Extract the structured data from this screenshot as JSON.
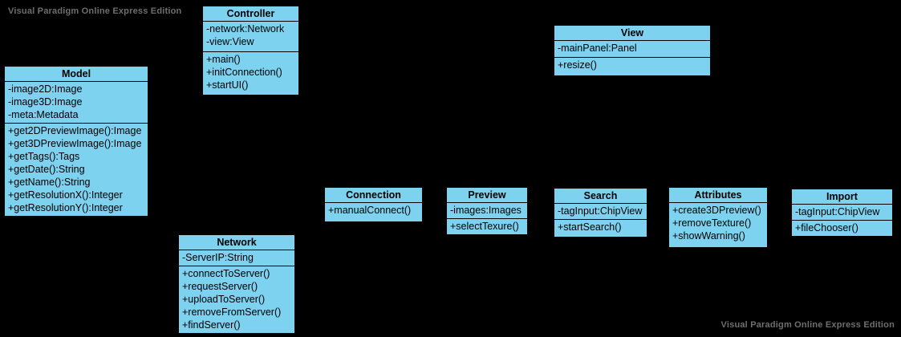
{
  "app": {
    "edition_watermark": "Visual Paradigm Online Express Edition"
  },
  "colors": {
    "background": "#000000",
    "class-fill": "#7dd2f0",
    "class-border": "#000000",
    "class-text": "#000000",
    "watermark": "#6e6e6e"
  },
  "diagram": {
    "type": "uml-class-diagram"
  },
  "classes": [
    {
      "name": "Model",
      "attributes": [
        "-image2D:Image",
        "-image3D:Image",
        "-meta:Metadata"
      ],
      "methods": [
        "+get2DPreviewImage():Image",
        "+get3DPreviewImage():Image",
        "+getTags():Tags",
        "+getDate():String",
        "+getName():String",
        "+getResolutionX():Integer",
        "+getResolutionY():Integer"
      ]
    },
    {
      "name": "Controller",
      "attributes": [
        "-network:Network",
        "-view:View"
      ],
      "methods": [
        "+main()",
        "+initConnection()",
        "+startUI()"
      ]
    },
    {
      "name": "View",
      "attributes": [
        "-mainPanel:Panel"
      ],
      "methods": [
        "+resize()"
      ]
    },
    {
      "name": "Connection",
      "attributes": [],
      "methods": [
        "+manualConnect()"
      ]
    },
    {
      "name": "Preview",
      "attributes": [
        "-images:Images"
      ],
      "methods": [
        "+selectTexure()"
      ]
    },
    {
      "name": "Search",
      "attributes": [
        "-tagInput:ChipView"
      ],
      "methods": [
        "+startSearch()"
      ]
    },
    {
      "name": "Attributes",
      "attributes": [],
      "methods": [
        "+create3DPreview()",
        "+removeTexture()",
        "+showWarning()"
      ]
    },
    {
      "name": "Import",
      "attributes": [
        "-tagInput:ChipView"
      ],
      "methods": [
        "+fileChooser()"
      ]
    },
    {
      "name": "Network",
      "attributes": [
        "-ServerIP:String"
      ],
      "methods": [
        "+connectToServer()",
        "+requestServer()",
        "+uploadToServer()",
        "+removeFromServer()",
        "+findServer()"
      ]
    }
  ]
}
